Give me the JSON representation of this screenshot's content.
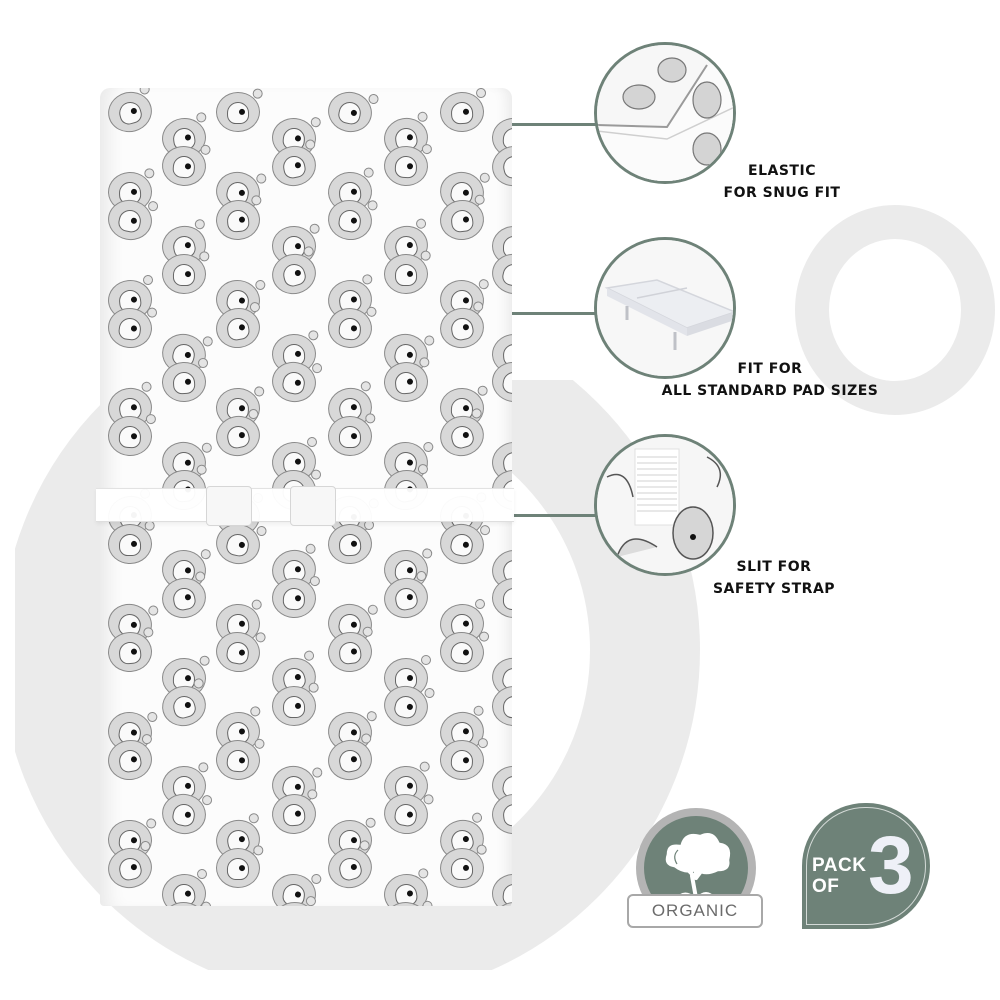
{
  "colors": {
    "accent": "#6e8278",
    "background_shape": "#ebebeb",
    "label_text": "#111111",
    "organic_ring": "#b4b4b4",
    "organic_text": "#6b6b6b"
  },
  "product": {
    "name": "bear-print-changing-pad-cover",
    "pattern_icon": "bear-face-icon"
  },
  "features": [
    {
      "icon": "elastic-corner-icon",
      "line1": "ELASTIC",
      "line2": "FOR SNUG FIT"
    },
    {
      "icon": "changing-pad-icon",
      "line1": "FIT FOR",
      "line2": "ALL STANDARD PAD SIZES"
    },
    {
      "icon": "strap-slit-icon",
      "line1": "SLIT FOR",
      "line2": "SAFETY STRAP"
    }
  ],
  "badges": {
    "organic": {
      "icon": "cotton-plant-icon",
      "label": "ORGANIC"
    },
    "pack": {
      "line1": "PACK",
      "line2": "OF",
      "count": "3"
    }
  }
}
